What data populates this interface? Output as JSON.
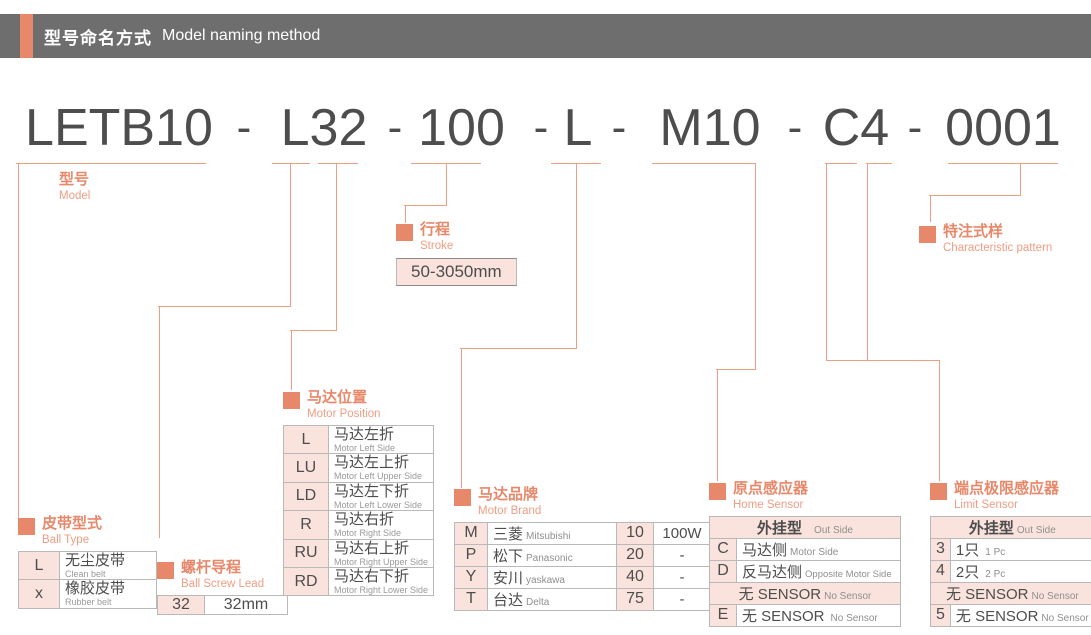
{
  "header": {
    "cn": "型号命名方式",
    "en": "Model naming method"
  },
  "model_code": {
    "segments": [
      "LETB10",
      "L32",
      "100",
      "L",
      "M10",
      "C4",
      "0001"
    ],
    "separator": "-"
  },
  "groups": {
    "model": {
      "cn": "型号",
      "en": "Model"
    },
    "stroke": {
      "cn": "行程",
      "en": "Stroke",
      "value": "50-3050mm"
    },
    "characteristic": {
      "cn": "特注式样",
      "en": "Characteristic pattern"
    },
    "belt_type": {
      "cn": "皮带型式",
      "en": "Ball Type",
      "rows": [
        {
          "code": "L",
          "cn": "无尘皮带",
          "en": "Clean belt"
        },
        {
          "code": "x",
          "cn": "橡胶皮带",
          "en": "Rubber belt"
        }
      ]
    },
    "screw_lead": {
      "cn": "螺杆导程",
      "en": "Ball Screw Lead",
      "rows": [
        {
          "code": "32",
          "value": "32mm"
        }
      ]
    },
    "motor_position": {
      "cn": "马达位置",
      "en": "Motor Position",
      "rows": [
        {
          "code": "L",
          "cn": "马达左折",
          "en": "Motor Left Side"
        },
        {
          "code": "LU",
          "cn": "马达左上折",
          "en": "Motor Left Upper Side"
        },
        {
          "code": "LD",
          "cn": "马达左下折",
          "en": "Motor Left Lower Side"
        },
        {
          "code": "R",
          "cn": "马达右折",
          "en": "Motor Right Side"
        },
        {
          "code": "RU",
          "cn": "马达右上折",
          "en": "Motor Right Upper Side"
        },
        {
          "code": "RD",
          "cn": "马达右下折",
          "en": "Motor Right Lower Side"
        }
      ]
    },
    "motor_brand": {
      "cn": "马达品牌",
      "en": "Motor Brand",
      "rows": [
        {
          "code": "M",
          "cn": "三菱",
          "en": "Mitsubishi",
          "power_code": "10",
          "power": "100W"
        },
        {
          "code": "P",
          "cn": "松下",
          "en": "Panasonic",
          "power_code": "20",
          "power": "-"
        },
        {
          "code": "Y",
          "cn": "安川",
          "en": "yaskawa",
          "power_code": "40",
          "power": "-"
        },
        {
          "code": "T",
          "cn": "台达",
          "en": "Delta",
          "power_code": "75",
          "power": "-"
        }
      ]
    },
    "home_sensor": {
      "cn": "原点感应器",
      "en": "Home Sensor",
      "rows": [
        {
          "type": "sub",
          "cn": "外挂型",
          "en": "Out Side"
        },
        {
          "type": "item",
          "code": "C",
          "cn": "马达侧",
          "en": "Motor Side"
        },
        {
          "type": "item",
          "code": "D",
          "cn": "反马达侧",
          "en": "Opposite Motor Side"
        },
        {
          "type": "sub",
          "cn": "无 SENSOR",
          "en": "No Sensor"
        },
        {
          "type": "item",
          "code": "E",
          "cn": "无 SENSOR",
          "en": "No Sensor"
        }
      ]
    },
    "limit_sensor": {
      "cn": "端点极限感应器",
      "en": "Limit Sensor",
      "rows": [
        {
          "type": "sub",
          "cn": "外挂型",
          "en": "Out Side"
        },
        {
          "type": "item",
          "code": "3",
          "cn": "1只",
          "en": "1 Pc"
        },
        {
          "type": "item",
          "code": "4",
          "cn": "2只",
          "en": "2 Pc"
        },
        {
          "type": "sub",
          "cn": "无 SENSOR",
          "en": "No Sensor"
        },
        {
          "type": "item",
          "code": "5",
          "cn": "无 SENSOR",
          "en": "No Sensor"
        }
      ]
    }
  },
  "colors": {
    "accent": "#e8886a",
    "accent_light": "#ef9d83",
    "header_bg": "#6e6e6e",
    "cell_tint": "#fae3dc",
    "text": "#4d4d4d"
  }
}
